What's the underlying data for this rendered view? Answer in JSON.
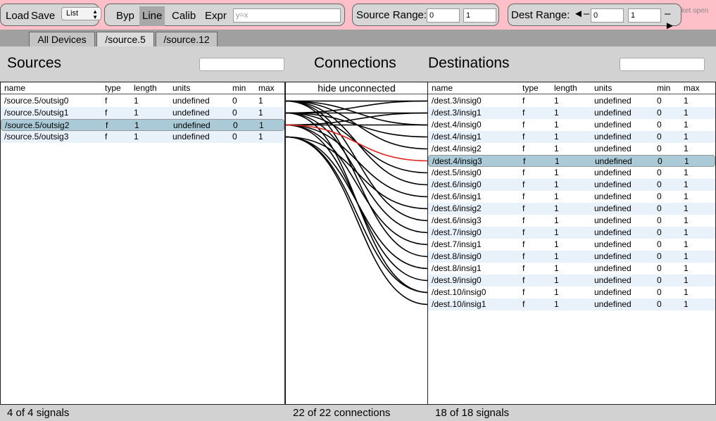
{
  "toolbar": {
    "load_label": "Load",
    "save_label": "Save",
    "view_select": "List",
    "modes": [
      "Byp",
      "Line",
      "Calib",
      "Expr"
    ],
    "active_mode": "Line",
    "expr_placeholder": "y=x",
    "source_range_label": "Source Range:",
    "source_range_min": "0",
    "source_range_max": "1",
    "dest_range_label": "Dest Range:",
    "dest_range_min": "0",
    "dest_range_max": "1",
    "socket_status": "ket open"
  },
  "tabs": [
    {
      "label": "All Devices",
      "active": false
    },
    {
      "label": "/source.5",
      "active": true
    },
    {
      "label": "/source.12",
      "active": false
    }
  ],
  "sources": {
    "title": "Sources",
    "search_value": "",
    "columns": [
      "name",
      "type",
      "length",
      "units",
      "min",
      "max"
    ],
    "rows": [
      {
        "name": "/source.5/outsig0",
        "type": "f",
        "length": "1",
        "units": "undefined",
        "min": "0",
        "max": "1",
        "selected": false
      },
      {
        "name": "/source.5/outsig1",
        "type": "f",
        "length": "1",
        "units": "undefined",
        "min": "0",
        "max": "1",
        "selected": false
      },
      {
        "name": "/source.5/outsig2",
        "type": "f",
        "length": "1",
        "units": "undefined",
        "min": "0",
        "max": "1",
        "selected": true
      },
      {
        "name": "/source.5/outsig3",
        "type": "f",
        "length": "1",
        "units": "undefined",
        "min": "0",
        "max": "1",
        "selected": false
      }
    ],
    "footer": "4 of 4 signals"
  },
  "connections": {
    "title": "Connections",
    "hide_label": "hide unconnected",
    "footer": "22 of 22 connections",
    "colors": {
      "normal": "#000000",
      "selected": "#e0201a"
    },
    "links": [
      {
        "src": 0,
        "dst": 0
      },
      {
        "src": 0,
        "dst": 2
      },
      {
        "src": 0,
        "dst": 4
      },
      {
        "src": 0,
        "dst": 7
      },
      {
        "src": 0,
        "dst": 10
      },
      {
        "src": 0,
        "dst": 13
      },
      {
        "src": 1,
        "dst": 0
      },
      {
        "src": 1,
        "dst": 1
      },
      {
        "src": 1,
        "dst": 3
      },
      {
        "src": 1,
        "dst": 6
      },
      {
        "src": 1,
        "dst": 11
      },
      {
        "src": 1,
        "dst": 16
      },
      {
        "src": 2,
        "dst": 1
      },
      {
        "src": 2,
        "dst": 2
      },
      {
        "src": 2,
        "dst": 5,
        "selected": true
      },
      {
        "src": 2,
        "dst": 8
      },
      {
        "src": 2,
        "dst": 12
      },
      {
        "src": 2,
        "dst": 15
      },
      {
        "src": 3,
        "dst": 9
      },
      {
        "src": 3,
        "dst": 14
      },
      {
        "src": 3,
        "dst": 16
      },
      {
        "src": 3,
        "dst": 17
      }
    ]
  },
  "destinations": {
    "title": "Destinations",
    "search_value": "",
    "columns": [
      "name",
      "type",
      "length",
      "units",
      "min",
      "max"
    ],
    "rows": [
      {
        "name": "/dest.3/insig0",
        "type": "f",
        "length": "1",
        "units": "undefined",
        "min": "0",
        "max": "1",
        "selected": false
      },
      {
        "name": "/dest.3/insig1",
        "type": "f",
        "length": "1",
        "units": "undefined",
        "min": "0",
        "max": "1",
        "selected": false
      },
      {
        "name": "/dest.4/insig0",
        "type": "f",
        "length": "1",
        "units": "undefined",
        "min": "0",
        "max": "1",
        "selected": false
      },
      {
        "name": "/dest.4/insig1",
        "type": "f",
        "length": "1",
        "units": "undefined",
        "min": "0",
        "max": "1",
        "selected": false
      },
      {
        "name": "/dest.4/insig2",
        "type": "f",
        "length": "1",
        "units": "undefined",
        "min": "0",
        "max": "1",
        "selected": false
      },
      {
        "name": "/dest.4/insig3",
        "type": "f",
        "length": "1",
        "units": "undefined",
        "min": "0",
        "max": "1",
        "selected": true
      },
      {
        "name": "/dest.5/insig0",
        "type": "f",
        "length": "1",
        "units": "undefined",
        "min": "0",
        "max": "1",
        "selected": false
      },
      {
        "name": "/dest.6/insig0",
        "type": "f",
        "length": "1",
        "units": "undefined",
        "min": "0",
        "max": "1",
        "selected": false
      },
      {
        "name": "/dest.6/insig1",
        "type": "f",
        "length": "1",
        "units": "undefined",
        "min": "0",
        "max": "1",
        "selected": false
      },
      {
        "name": "/dest.6/insig2",
        "type": "f",
        "length": "1",
        "units": "undefined",
        "min": "0",
        "max": "1",
        "selected": false
      },
      {
        "name": "/dest.6/insig3",
        "type": "f",
        "length": "1",
        "units": "undefined",
        "min": "0",
        "max": "1",
        "selected": false
      },
      {
        "name": "/dest.7/insig0",
        "type": "f",
        "length": "1",
        "units": "undefined",
        "min": "0",
        "max": "1",
        "selected": false
      },
      {
        "name": "/dest.7/insig1",
        "type": "f",
        "length": "1",
        "units": "undefined",
        "min": "0",
        "max": "1",
        "selected": false
      },
      {
        "name": "/dest.8/insig0",
        "type": "f",
        "length": "1",
        "units": "undefined",
        "min": "0",
        "max": "1",
        "selected": false
      },
      {
        "name": "/dest.8/insig1",
        "type": "f",
        "length": "1",
        "units": "undefined",
        "min": "0",
        "max": "1",
        "selected": false
      },
      {
        "name": "/dest.9/insig0",
        "type": "f",
        "length": "1",
        "units": "undefined",
        "min": "0",
        "max": "1",
        "selected": false
      },
      {
        "name": "/dest.10/insig0",
        "type": "f",
        "length": "1",
        "units": "undefined",
        "min": "0",
        "max": "1",
        "selected": false
      },
      {
        "name": "/dest.10/insig1",
        "type": "f",
        "length": "1",
        "units": "undefined",
        "min": "0",
        "max": "1",
        "selected": false
      }
    ],
    "footer": "18 of 18 signals"
  }
}
